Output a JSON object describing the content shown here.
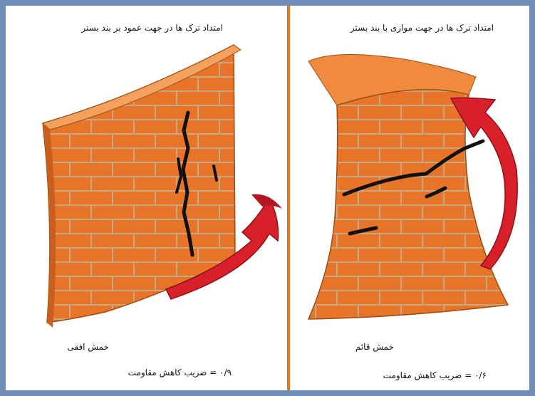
{
  "left_panel": {
    "title": "امتداد ترک ها در جهت عمود بر بند بستر",
    "label": "خمش افقی",
    "coefficient": "۰/۹ = ضریب کاهش مقاومت"
  },
  "right_panel": {
    "title": "امتداد ترک ها در جهت موازی با بند بستر",
    "label": "خمش قائم",
    "coefficient": "۰/۶ = ضریب کاهش مقاومت"
  },
  "colors": {
    "border": "#6f8fb8",
    "divider": "#e07a1f",
    "brick": "#e8742a",
    "mortar": "#c9a77f",
    "arrow": "#d7202a",
    "crack": "#111111"
  }
}
